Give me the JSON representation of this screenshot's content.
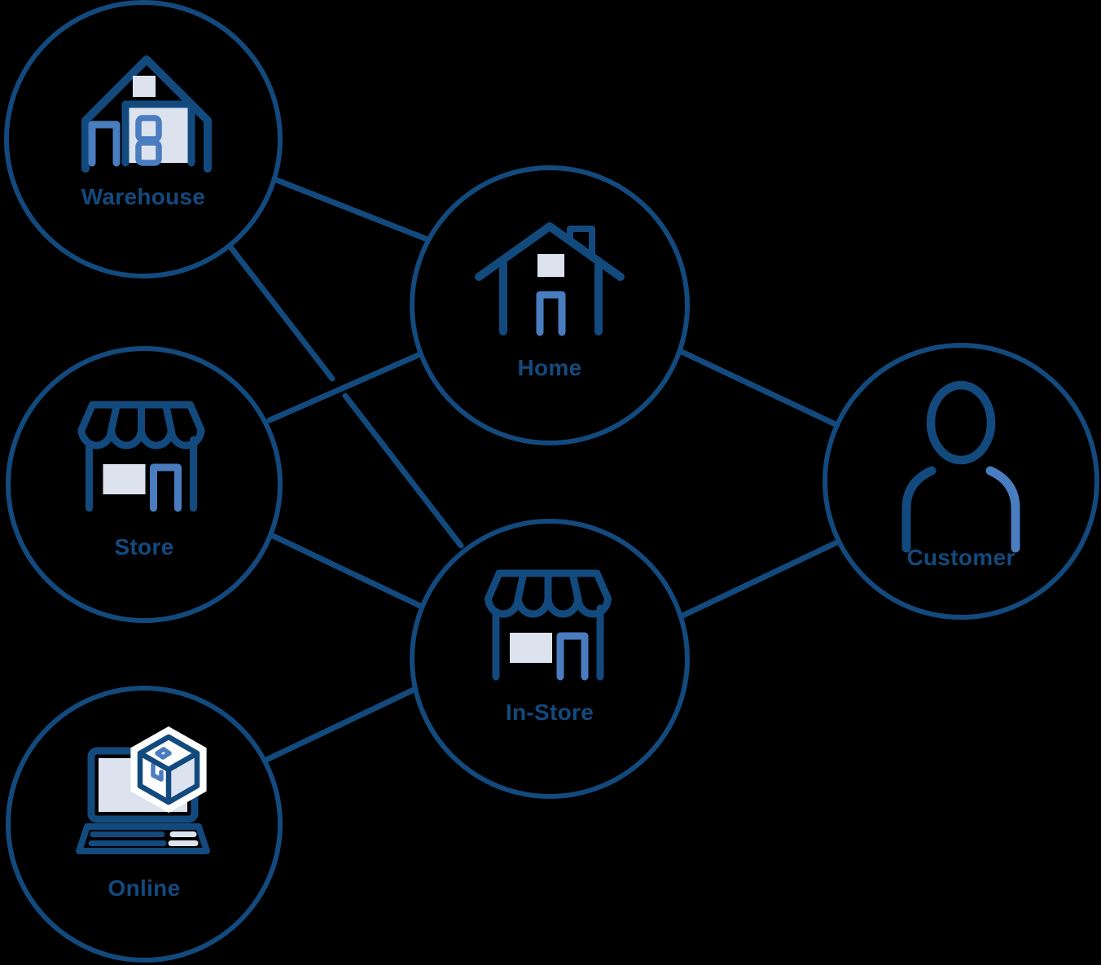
{
  "page": {
    "background": "#000000",
    "kind": "network-diagram",
    "description": "Omnichannel retail fulfillment network diagram with six circular nodes connected by lines"
  },
  "colors": {
    "navy": "#134A7E",
    "medium_blue": "#4A7CC0",
    "light_blue_gray": "#DCE3EF",
    "white": "#FFFFFF"
  },
  "diagram": {
    "nodes": [
      {
        "id": "warehouse",
        "label": "Warehouse",
        "icon": "warehouse-icon"
      },
      {
        "id": "store",
        "label": "Store",
        "icon": "storefront-icon"
      },
      {
        "id": "online",
        "label": "Online",
        "icon": "laptop-package-icon"
      },
      {
        "id": "home",
        "label": "Home",
        "icon": "house-icon"
      },
      {
        "id": "in_store",
        "label": "In-Store",
        "icon": "storefront-icon"
      },
      {
        "id": "customer",
        "label": "Customer",
        "icon": "person-icon"
      }
    ],
    "edges": [
      {
        "from": "warehouse",
        "to": "home"
      },
      {
        "from": "warehouse",
        "to": "in_store",
        "note": "gap where it crosses the store-home line"
      },
      {
        "from": "store",
        "to": "home"
      },
      {
        "from": "store",
        "to": "in_store"
      },
      {
        "from": "online",
        "to": "in_store"
      },
      {
        "from": "home",
        "to": "customer"
      },
      {
        "from": "in_store",
        "to": "customer"
      }
    ]
  }
}
